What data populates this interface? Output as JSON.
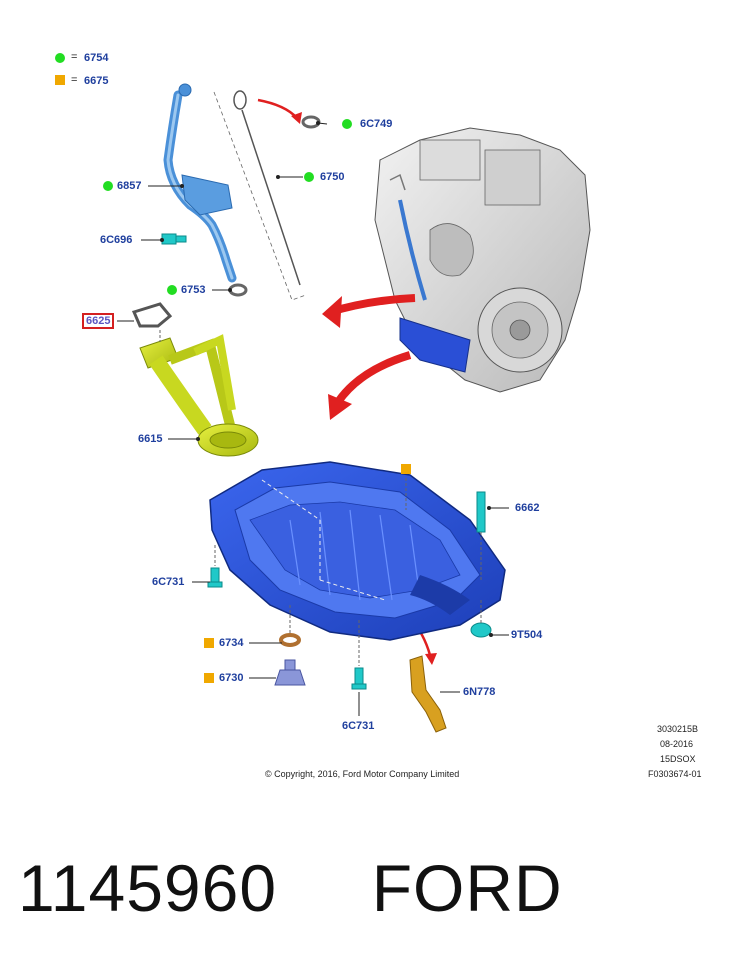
{
  "legend": {
    "green_code": "6754",
    "orange_code": "6675",
    "eq": "="
  },
  "labels": {
    "p6C749": "6C749",
    "p6750": "6750",
    "p6857": "6857",
    "p6C696": "6C696",
    "p6753": "6753",
    "p6625": "6625",
    "p6615": "6615",
    "p6662": "6662",
    "p6C731a": "6C731",
    "p9T504": "9T504",
    "p6734": "6734",
    "p6730": "6730",
    "p6N778": "6N778",
    "p6C731b": "6C731"
  },
  "meta": {
    "ref": "3030215B",
    "date": "08-2016",
    "model": "15DSOX",
    "fig": "F0303674-01",
    "copyright": "© Copyright, 2016, Ford Motor Company Limited"
  },
  "caption": {
    "part_number": "1145960",
    "brand": "FORD"
  },
  "colors": {
    "label_blue": "#1f3f9e",
    "marker_green": "#22dd22",
    "marker_orange": "#f0a800",
    "highlight_red": "#d42020",
    "pan_blue": "#2a4fd6",
    "tube_blue": "#4a90d8",
    "pickup_yellow": "#c8d820",
    "arrow_red": "#e02020"
  }
}
